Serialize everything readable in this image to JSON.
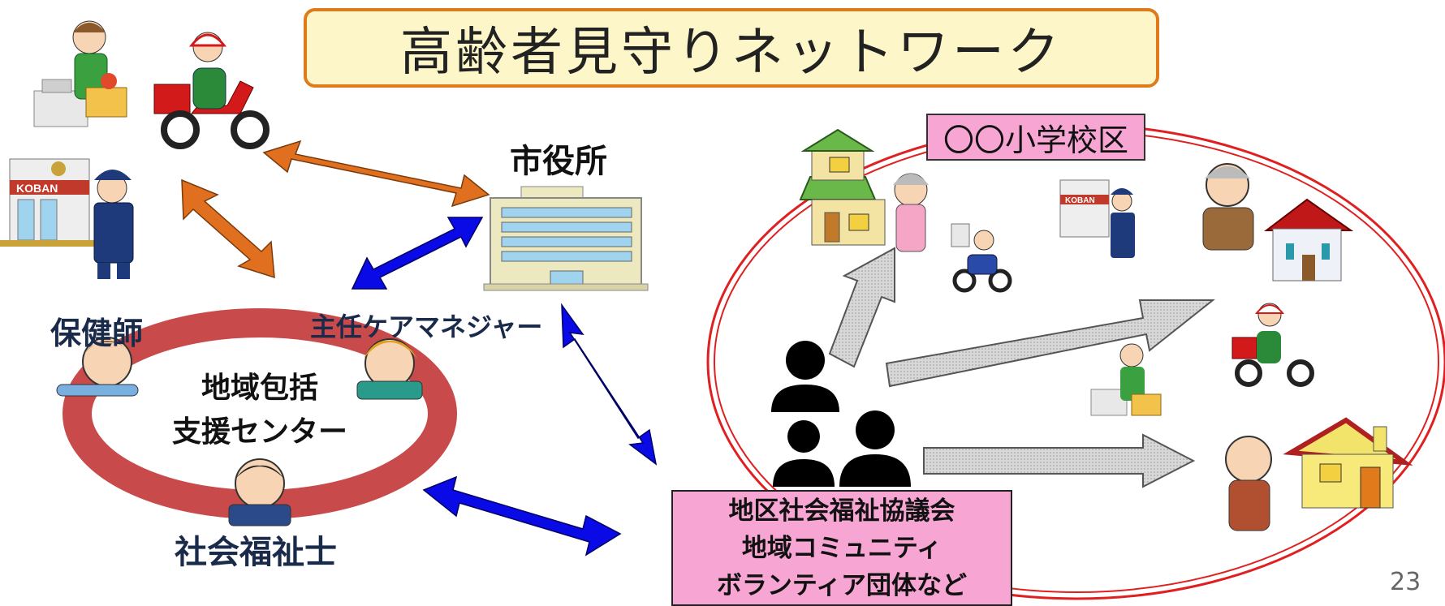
{
  "title": "高齢者見守りネットワーク",
  "city_hall": "市役所",
  "district": "〇〇小学校区",
  "support_center": {
    "name_line1": "地域包括",
    "name_line2": "支援センター",
    "roles": {
      "nurse": "保健師",
      "care_manager": "主任ケアマネジャー",
      "social_worker": "社会福祉士"
    }
  },
  "community": {
    "line1": "地区社会福祉協議会",
    "line2": "地域コミュニティ",
    "line3": "ボランティア団体など"
  },
  "icons": {
    "koban_sign": "KOBAN"
  },
  "colors": {
    "orange_arrow": "#e0701f",
    "blue_arrow": "#0a0ae6",
    "district_border": "#e02020",
    "pink_label": "#f7a6d4",
    "title_border": "#e07b1a",
    "title_bg": "#fdf6c9"
  },
  "page_number": "23"
}
